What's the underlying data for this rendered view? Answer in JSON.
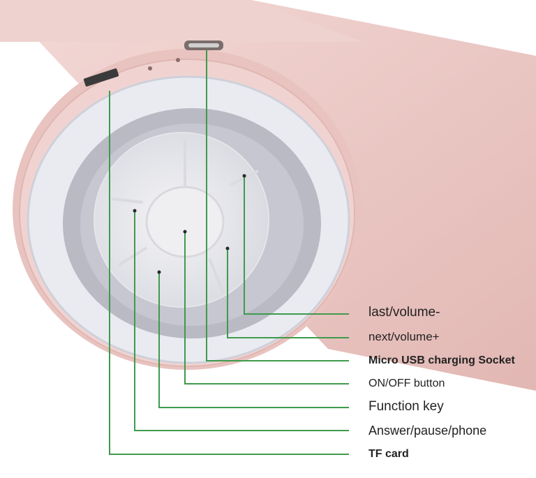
{
  "labels": {
    "last_volume": "last/volume-",
    "next_volume": "next/volume+",
    "micro_usb": "Micro USB charging Socket",
    "on_off": "ON/OFF button",
    "function_key": "Function key",
    "answer": "Answer/pause/phone",
    "tf_card": "TF card"
  },
  "colors": {
    "leader": "#3f9a4c",
    "body": "#eccbc8",
    "face": "#dcdde4"
  }
}
